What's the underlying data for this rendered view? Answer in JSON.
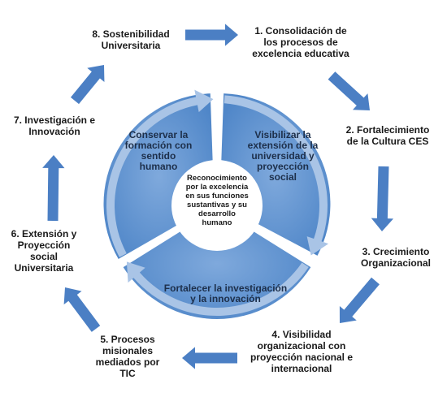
{
  "colors": {
    "arrow": "#4b7fc4",
    "segment_fill": "#5b92cf",
    "segment_gradient_end": "#7fa9dc",
    "inner_ring": "#a9c4e6",
    "center_fill": "#ffffff"
  },
  "center_text": "Reconocimiento\npor la excelencia\nen sus funciones\nsustantivas y su\ndesarrollo\nhumano",
  "segments": [
    {
      "text": "Conservar la\nformación con\nsentido\nhumano"
    },
    {
      "text": "Visibilizar la\nextensión de la\nuniversidad y\nproyección\nsocial"
    },
    {
      "text": "Fortalecer la investigación\ny la innovación"
    }
  ],
  "outer_steps": [
    {
      "text": "1. Consolidación  de\nlos procesos de\nexcelencia educativa"
    },
    {
      "text": "2. Fortalecimiento\nde la Cultura  CES"
    },
    {
      "text": "3. Crecimiento\nOrganizacional"
    },
    {
      "text": "4. Visibilidad\norganizacional  con\nproyección nacional e\ninternacional"
    },
    {
      "text": "5. Procesos\nmisionales\nmediados por\nTIC"
    },
    {
      "text": "6. Extensión  y\nProyección\nsocial\nUniversitaria"
    },
    {
      "text": "7. Investigación e\nInnovación"
    },
    {
      "text": "8. Sostenibilidad\nUniversitaria"
    }
  ]
}
